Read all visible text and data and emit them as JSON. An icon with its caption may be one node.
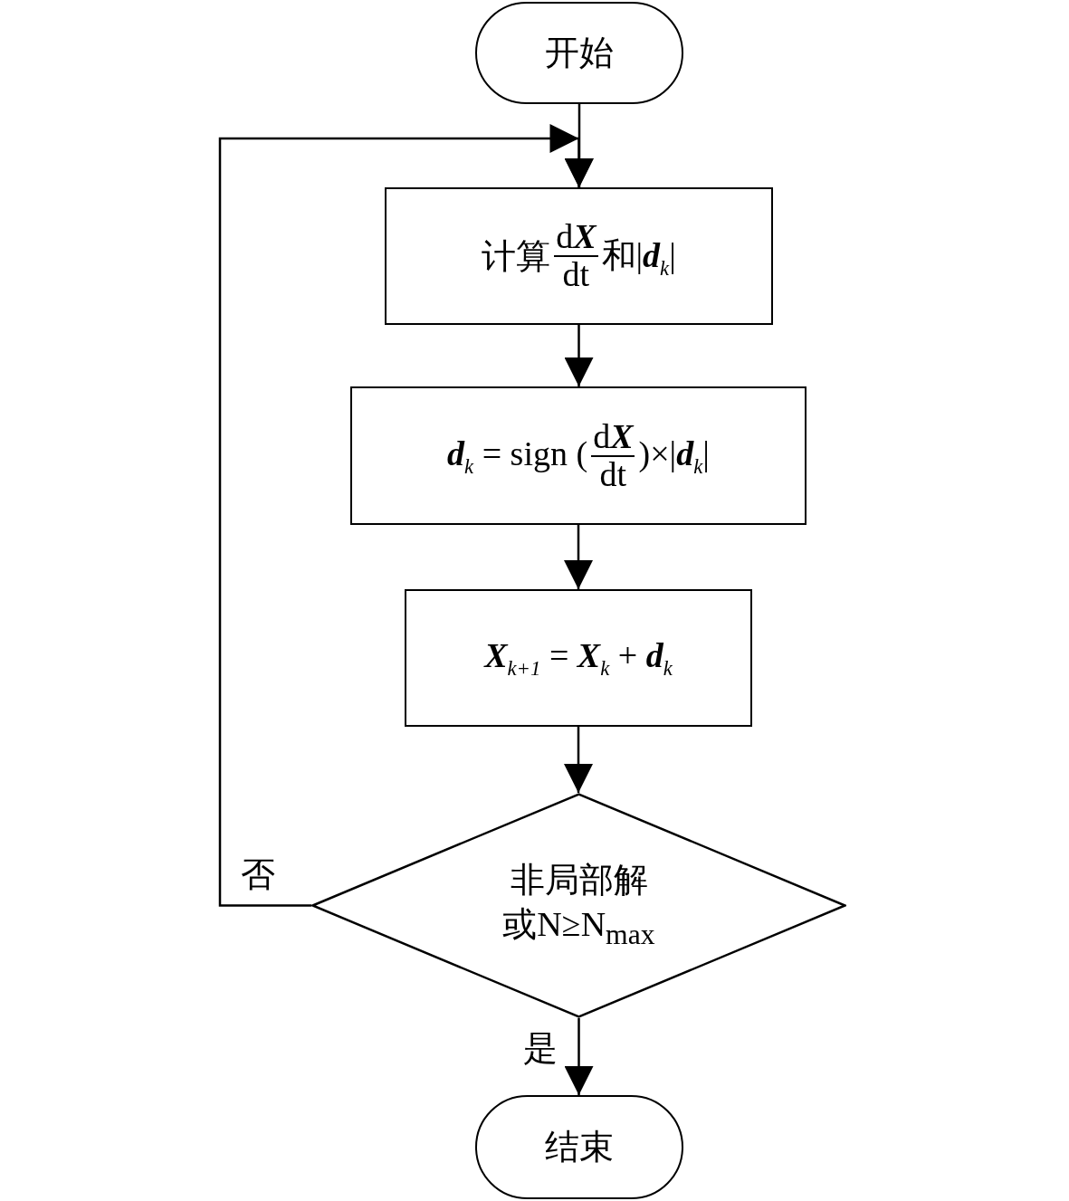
{
  "diagram": {
    "nodes": [
      {
        "text": [
          "开始"
        ]
      },
      {
        "text": [
          "计算",
          "d**X**",
          "dt",
          "和|**d**$_{k}$|"
        ]
      },
      {
        "text": [
          "**d**$_{k}$ = sign (",
          "d**X**",
          "dt",
          ")×|**d**$_{k}$|"
        ]
      },
      {
        "text": [
          "**X**$_{k+1}$ = **X**$_{k}$ + **d**$_{k}$"
        ]
      },
      {
        "text": [
          "非局部解或N≥N$_{max}$"
        ]
      },
      {
        "text": [
          "结束"
        ]
      }
    ],
    "edges": [
      {
        "from": 0,
        "to": 1,
        "arrow": "to"
      },
      {
        "from": 1,
        "to": 2,
        "arrow": "to"
      },
      {
        "from": 2,
        "to": 3,
        "arrow": "to"
      },
      {
        "from": 3,
        "to": 4,
        "arrow": "to"
      },
      {
        "from": 4,
        "to": 1,
        "arrow": "to",
        "label": "否"
      },
      {
        "from": 4,
        "to": 5,
        "arrow": "to",
        "label": "是"
      }
    ]
  }
}
